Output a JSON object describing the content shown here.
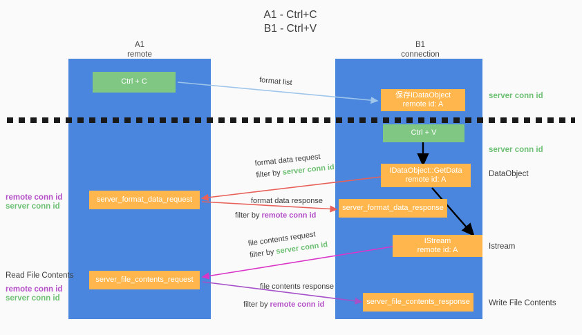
{
  "title": "A1 - Ctrl+C\nB1 - Ctrl+V",
  "columns": [
    {
      "name": "A1",
      "sub": "remote",
      "label": "A1\nremote"
    },
    {
      "name": "B1",
      "sub": "connection",
      "label": "B1\nconnection"
    }
  ],
  "boxes": {
    "ctrl_c": {
      "line1": "Ctrl + C",
      "line2": ""
    },
    "save_idataobject": {
      "line1": "保存IDataObject",
      "line2": "remote id: A"
    },
    "ctrl_v": {
      "line1": "Ctrl + V",
      "line2": ""
    },
    "getdata": {
      "line1": "IDataObject::GetData",
      "line2": "remote id: A"
    },
    "server_format_data_request": {
      "line1": "server_format_data_request",
      "line2": ""
    },
    "server_format_data_response": {
      "line1": "server_format_data_response",
      "line2": ""
    },
    "istream": {
      "line1": "IStream",
      "line2": "remote id: A"
    },
    "server_file_contents_request": {
      "line1": "server_file_contents_request",
      "line2": ""
    },
    "server_file_contents_response": {
      "line1": "server_file_contents_response",
      "line2": ""
    }
  },
  "right_labels": {
    "server_conn_id_1": "server conn id",
    "server_conn_id_2": "server conn id",
    "dataobject": "DataObject",
    "istream": "Istream",
    "write_file_contents": "Write File Contents"
  },
  "left_labels": {
    "remote_conn_id_1": "remote conn id",
    "server_conn_id_1": "server conn id",
    "read_file_contents": "Read File Contents",
    "remote_conn_id_2": "remote conn id",
    "server_conn_id_2": "server conn id"
  },
  "mid_labels": {
    "format_list": "format list",
    "format_data_request": "format data request",
    "format_data_request_filter_prefix": "filter by ",
    "format_data_request_filter_value": "server conn id",
    "format_data_response": "format data response",
    "format_data_response_filter_prefix": "filter by ",
    "format_data_response_filter_value": "remote conn id",
    "file_contents_request": "file contents request",
    "file_contents_request_filter_prefix": "filter by ",
    "file_contents_request_filter_value": "server conn id",
    "file_contents_response": "file contents response",
    "file_contents_response_filter_prefix": "filter by ",
    "file_contents_response_filter_value": "remote conn id"
  },
  "colors": {
    "column": "#4a86dd",
    "green_box": "#81c784",
    "orange_box": "#ffb74d",
    "server_conn_id": "#6dbf73",
    "remote_conn_id": "#b44fc8",
    "arrow_blue": "#9fc6ea",
    "arrow_red": "#e8605a",
    "arrow_magenta": "#d936c8",
    "arrow_purple": "#a450c8",
    "arrow_black": "#000000",
    "divider": "#1a1a1a",
    "background": "#fafafa"
  }
}
